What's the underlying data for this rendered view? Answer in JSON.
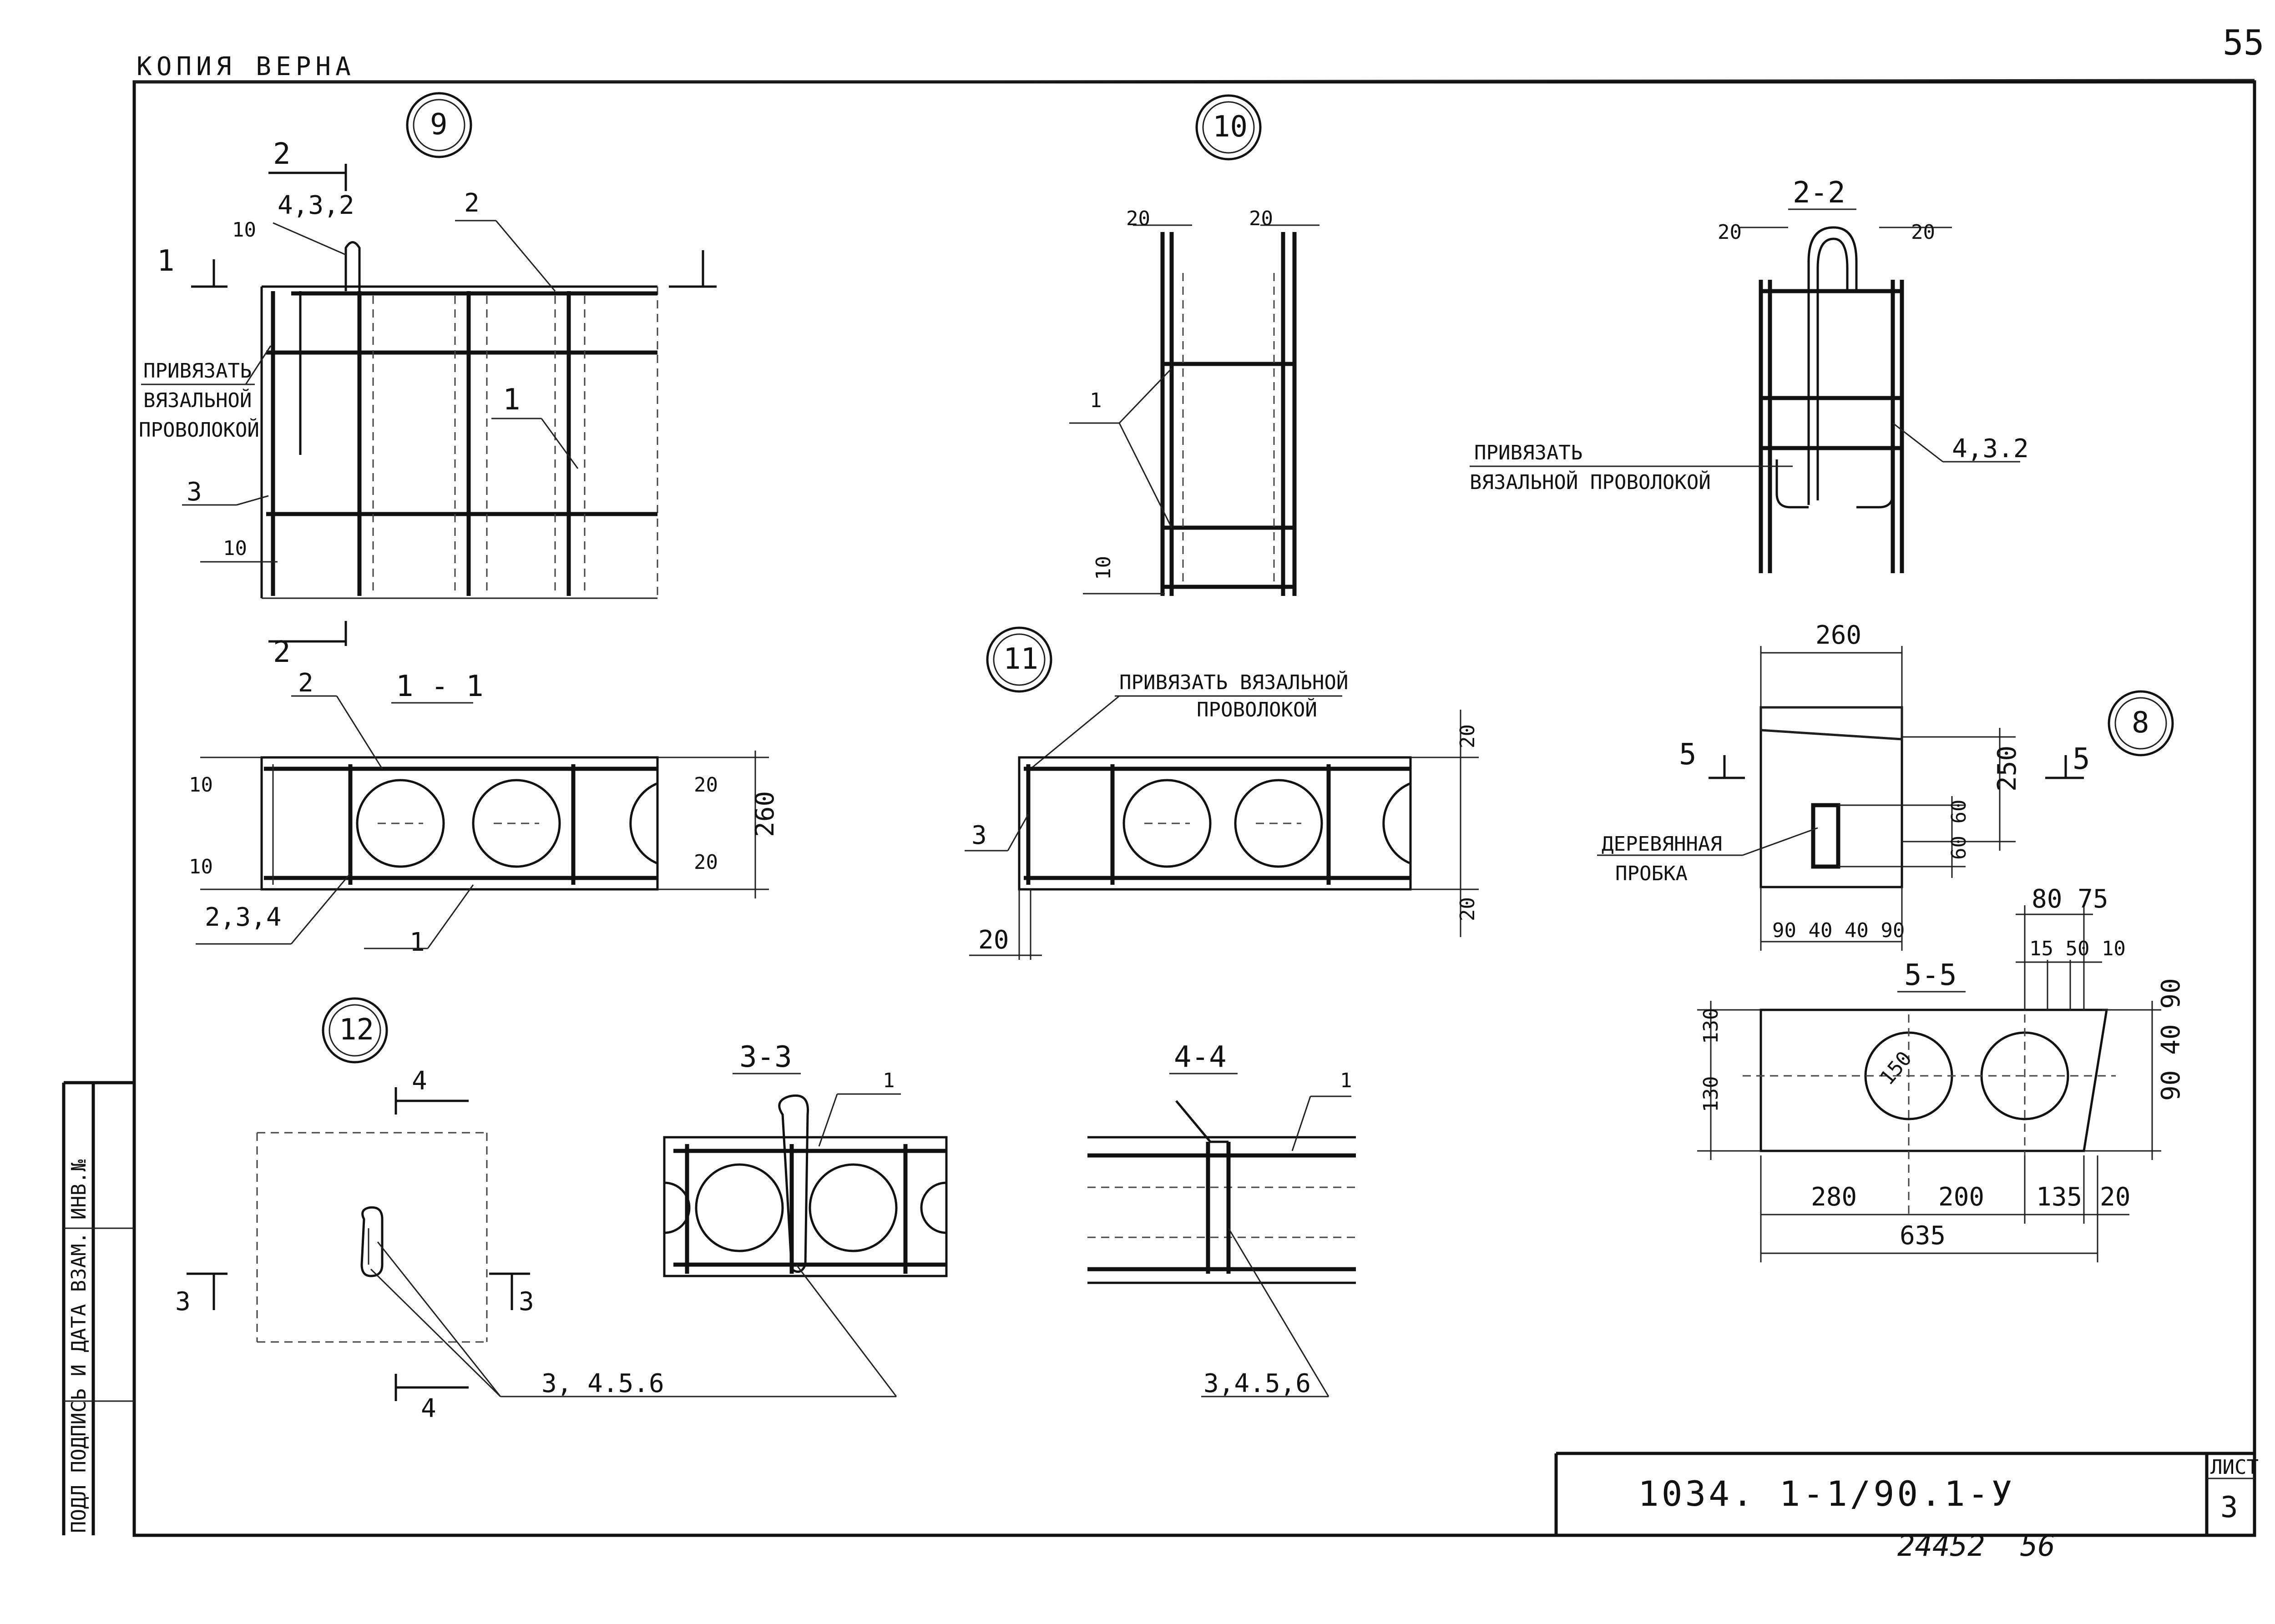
{
  "stamp": "КОПИЯ ВЕРНА",
  "page_number": "55",
  "doc_code": "1034. 1-1/90.1-У",
  "archive_number": "24452",
  "archive_page": "56",
  "sheet_label": "ЛИСТ",
  "sheet_number": "3",
  "side_stamp": "ПОДЛ   ПОДПИСЬ И ДАТА   ВЗАМ. ИНВ.№",
  "nodes": {
    "n9": "9",
    "n10": "10",
    "n11": "11",
    "n12": "12",
    "n8": "8"
  },
  "section_titles": {
    "s11": "1 - 1",
    "s22": "2-2",
    "s33": "3-3",
    "s44": "4-4",
    "s55": "5-5"
  },
  "notes": {
    "tie_wire_1": "ПРИВЯЗАТЬ",
    "tie_wire_2": "ВЯЗАЛЬНОЙ",
    "tie_wire_3": "ПРОВОЛОКОЙ",
    "tie_wire_22_1": "ПРИВЯЗАТЬ",
    "tie_wire_22_2": "ВЯЗАЛЬНОЙ ПРОВОЛОКОЙ",
    "tie_wire_11_1": "ПРИВЯЗАТЬ ВЯЗАЛЬНОЙ",
    "tie_wire_11_2": "ПРОВОЛОКОЙ",
    "wood_plug_1": "ДЕРЕВЯННАЯ",
    "wood_plug_2": "ПРОБКА"
  },
  "callouts": {
    "c432_9": "4,3,2",
    "c2_9": "2",
    "c1_9": "1",
    "c3_9": "3",
    "c432_22": "4,3.2",
    "c2_11": "2",
    "c234": "2,3,4",
    "c1_11": "1",
    "c3_n11": "3",
    "c1_33": "1",
    "c1_44": "1",
    "c3456_a": "3, 4.5.6",
    "c3456_b": "3,4.5,6",
    "c1_n10": "1"
  },
  "section_marks": {
    "m1": "1",
    "m2": "2",
    "m3": "3",
    "m4": "4",
    "m5": "5"
  },
  "dims": {
    "d10": "10",
    "d20": "20",
    "d260": "260",
    "d250": "250",
    "d60": "60",
    "d90": "90",
    "d40": "40",
    "d280": "280",
    "d200": "200",
    "d135": "135",
    "d635": "635",
    "d130": "130",
    "d80": "80",
    "d75": "75",
    "d15": "15",
    "d50": "50",
    "d150": "150",
    "d90_40_90": "90 40 90",
    "d60_60": "60 60",
    "d80_75": "80 75",
    "d15_50_10": "15 50 10",
    "d90_40_40_90": "90 40 40 90"
  }
}
